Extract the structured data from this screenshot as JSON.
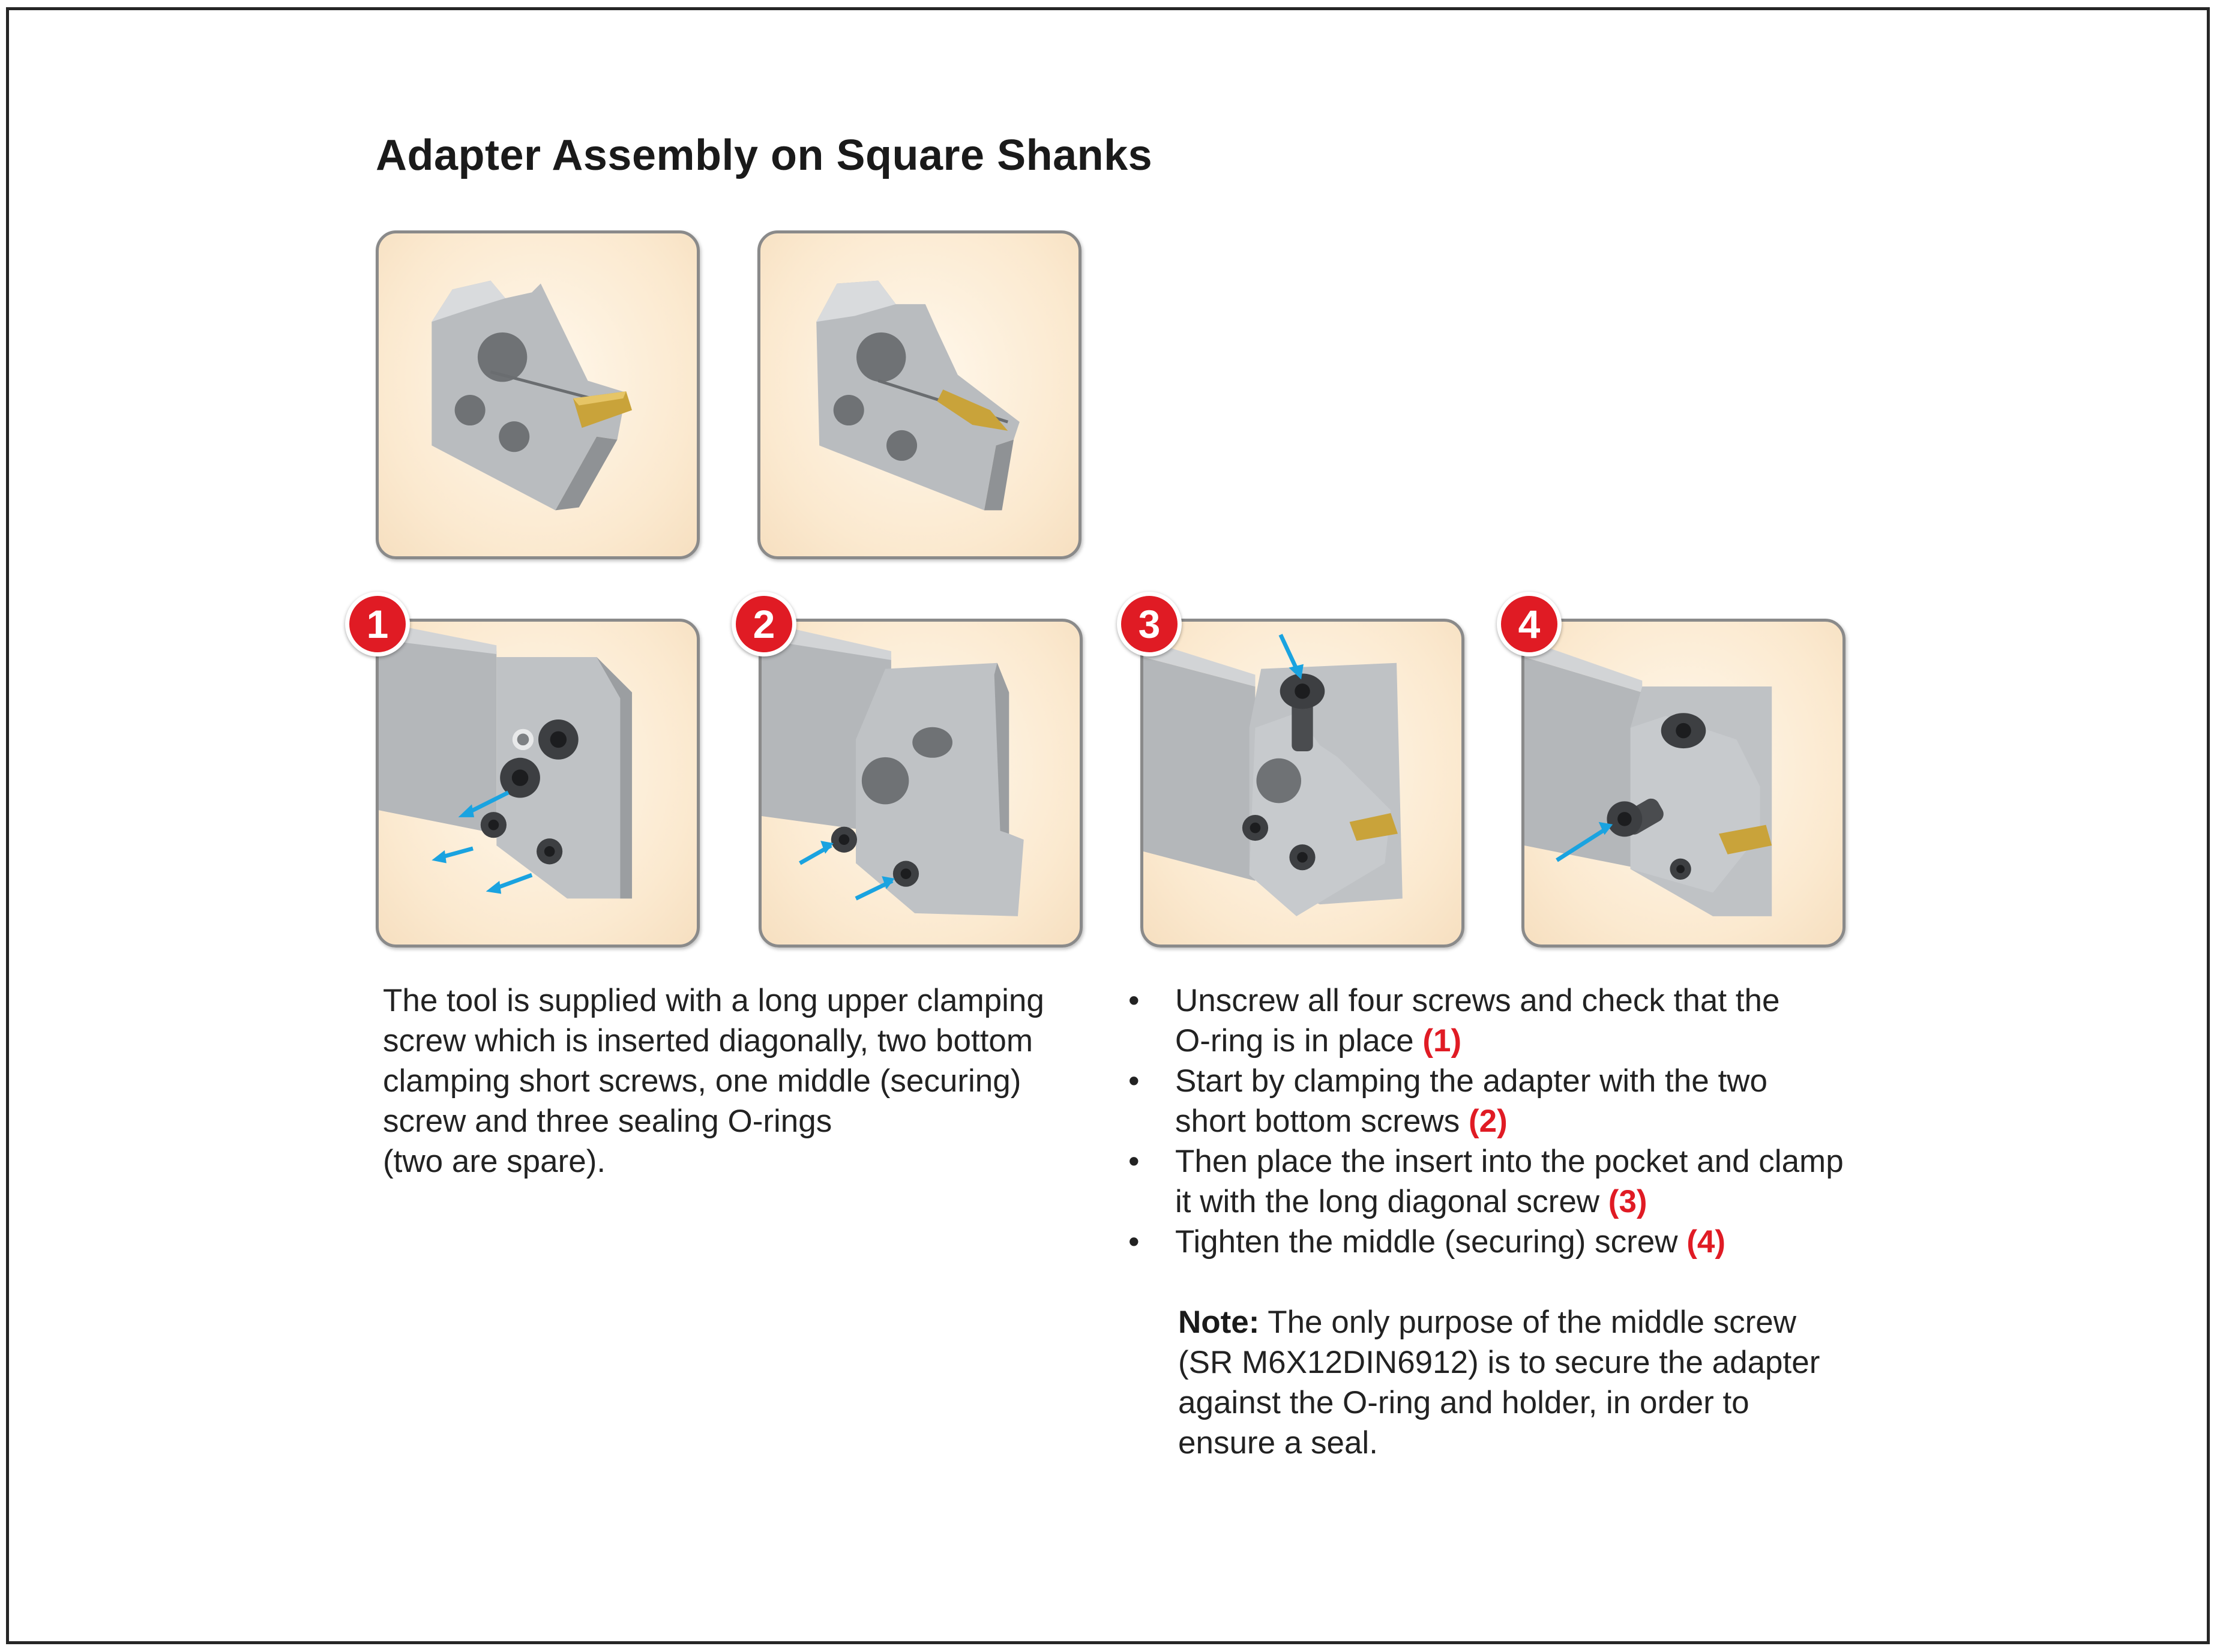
{
  "title": "Adapter Assembly on Square Shanks",
  "steps": [
    {
      "number": "1"
    },
    {
      "number": "2"
    },
    {
      "number": "3"
    },
    {
      "number": "4"
    }
  ],
  "intro_lines": [
    "The tool is supplied with a long upper clamping",
    "screw which is inserted diagonally, two bottom",
    "clamping short screws, one middle (securing)",
    "screw and three sealing O-rings",
    "(two are spare)."
  ],
  "instructions": [
    {
      "line1": "Unscrew all four screws and check that the",
      "line2": "O-ring is in place ",
      "ref": "(1)"
    },
    {
      "line1": "Start by clamping the adapter with the two",
      "line2": "short bottom screws ",
      "ref": "(2)"
    },
    {
      "line1": "Then place the insert into the pocket and clamp",
      "line2": "it with the long diagonal screw ",
      "ref": "(3)"
    },
    {
      "line1": "Tighten the middle (securing) screw ",
      "line2": "",
      "ref": "(4)"
    }
  ],
  "note": {
    "label": "Note:",
    "line1": " The only purpose of the middle screw",
    "line2": "(SR M6X12DIN6912) is to secure the adapter",
    "line3": "against the O-ring and holder, in order to",
    "line4": "ensure a seal."
  },
  "colors": {
    "accent_red": "#e01b24",
    "arrow_blue": "#1aa3e0",
    "insert_gold": "#c9a33a",
    "panel_bg": "#fbe9cf"
  }
}
